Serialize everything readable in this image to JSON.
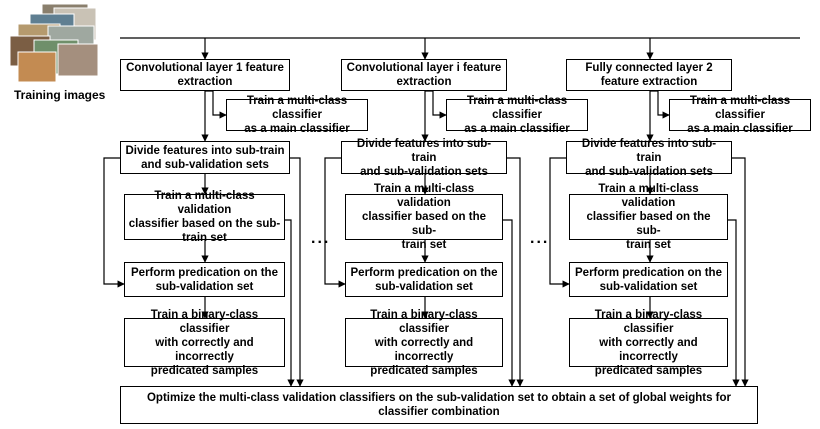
{
  "training_label": "Training images",
  "stages": [
    {
      "feature": "Convolutional layer 1 feature\nextraction",
      "main_classifier": "Train a multi-class classifier\nas a main classifier",
      "divide": "Divide  features into sub-train\nand sub-validation sets",
      "validation": "Train a multi-class validation\nclassifier based on the sub-\ntrain set",
      "predict": "Perform predication on the\nsub-validation set",
      "binary": "Train a binary-class classifier\nwith correctly and incorrectly\npredicated samples"
    },
    {
      "feature": "Convolutional layer i feature\nextraction",
      "main_classifier": "Train a multi-class classifier\nas a main classifier",
      "divide": "Divide  features into sub-train\nand sub-validation sets",
      "validation": "Train a multi-class validation\nclassifier based on the sub-\ntrain set",
      "predict": "Perform predication on the\nsub-validation set",
      "binary": "Train a binary-class classifier\nwith correctly and incorrectly\npredicated samples"
    },
    {
      "feature": "Fully connected layer 2\nfeature extraction",
      "main_classifier": "Train a multi-class classifier\nas a main classifier",
      "divide": "Divide  features into sub-train\nand sub-validation sets",
      "validation": "Train a multi-class validation\nclassifier based on the sub-\ntrain set",
      "predict": "Perform predication on the\nsub-validation set",
      "binary": "Train a binary-class classifier\nwith correctly and incorrectly\npredicated samples"
    }
  ],
  "ellipsis": "...",
  "optimize": "Optimize the multi-class validation classifiers on the sub-validation set to obtain a set of global weights for\nclassifier combination"
}
